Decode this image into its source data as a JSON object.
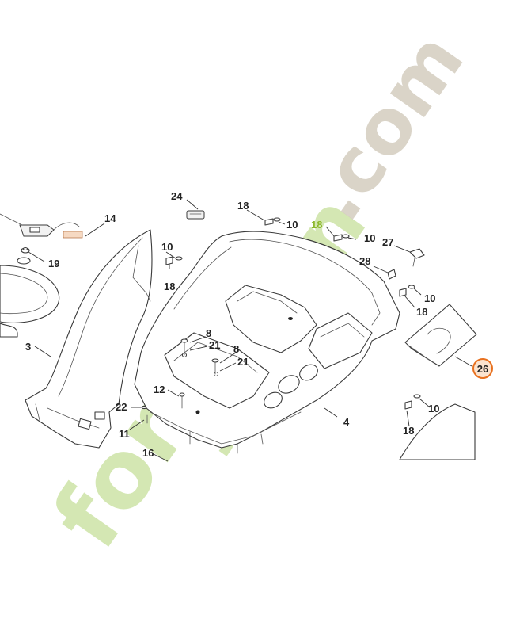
{
  "diagram": {
    "callouts": {
      "c24": "24",
      "c18_top": "18",
      "c10_top": "10",
      "c18_green": "18",
      "c10_top2": "10",
      "c27": "27",
      "c14": "14",
      "c19": "19",
      "c10_left": "10",
      "c18_left": "18",
      "c28": "28",
      "c10_right": "10",
      "c18_right": "18",
      "c3": "3",
      "c8_a": "8",
      "c21_a": "21",
      "c8_b": "8",
      "c21_b": "21",
      "c26": "26",
      "c12": "12",
      "c4": "4",
      "c22": "22",
      "c10_low": "10",
      "c11": "11",
      "c18_low": "18",
      "c16": "16"
    },
    "highlight_color": "#e8701e",
    "label_color": "#222222",
    "green_label_color": "#8cb82a"
  },
  "watermark": {
    "word_1": "forêt",
    "word_2": "jardin",
    "word_3": ".com",
    "color_green": "#c6e09a",
    "color_grey": "#d4cdbf"
  }
}
